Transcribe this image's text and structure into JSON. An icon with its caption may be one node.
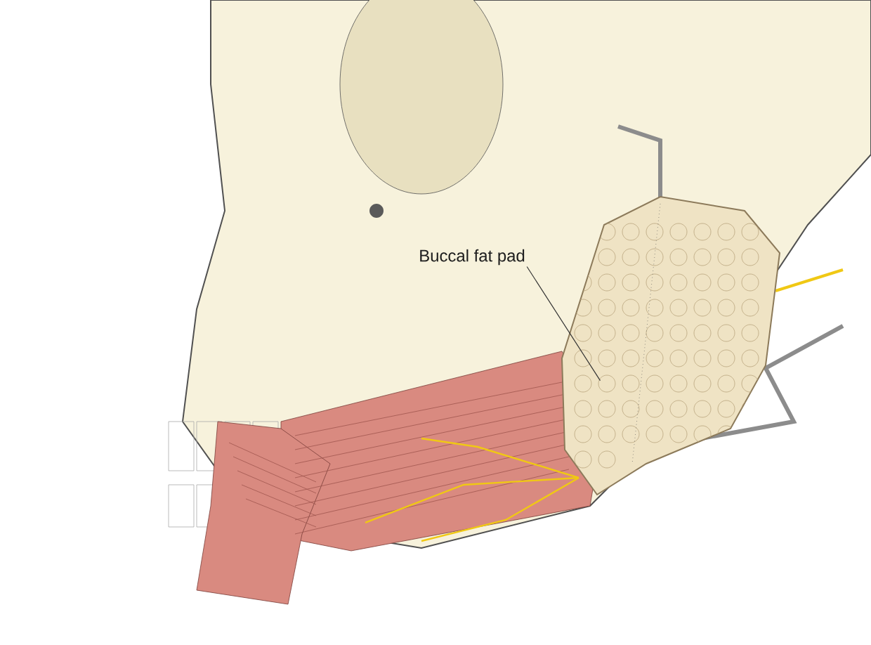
{
  "diagram": {
    "nodes": [
      {
        "text": [
          "Buccal fat pad"
        ]
      },
      {
        "text": [],
        "shape": "picture"
      }
    ],
    "edges": [
      {
        "from": 0,
        "to": 1,
        "arrow": "none"
      }
    ]
  }
}
